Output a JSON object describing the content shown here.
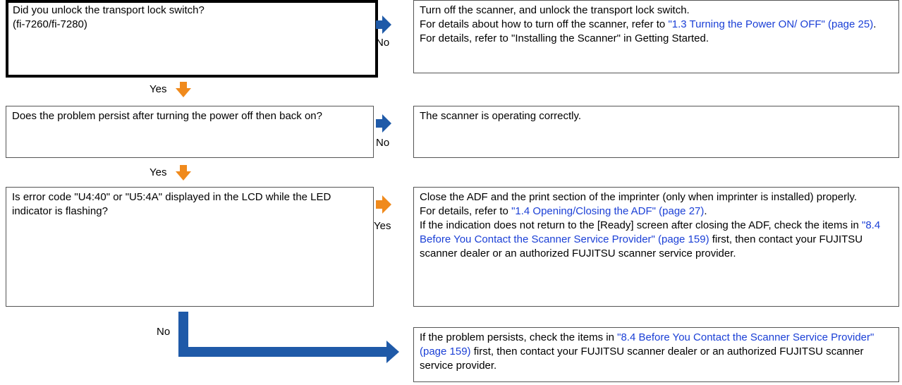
{
  "colors": {
    "link": "#1a3fd6",
    "arrow_blue": "#1f5aa8",
    "arrow_orange": "#f08a1c"
  },
  "step1": {
    "question": [
      "Did you unlock the transport lock switch?",
      "(fi-7260/fi-7280)"
    ],
    "no_label": "No",
    "yes_label": "Yes",
    "answer": {
      "line1": "Turn off the scanner, and unlock the transport lock switch.",
      "line2_prefix": "For details about how to turn off the scanner, refer to ",
      "line2_link": "\"1.3 Turning the Power ON/ OFF\" (page 25)",
      "line2_suffix": ".",
      "line3": "For details, refer to \"Installing the Scanner\" in Getting Started."
    }
  },
  "step2": {
    "question": "Does the problem persist after turning the power off then back on?",
    "no_label": "No",
    "yes_label": "Yes",
    "answer": "The scanner is operating correctly."
  },
  "step3": {
    "question": "Is error code \"U4:40\" or \"U5:4A\" displayed in the LCD while the LED indicator is flashing?",
    "yes_label": "Yes",
    "no_label": "No",
    "answer": {
      "line1": "Close the ADF and the print section of the imprinter (only when imprinter is installed) properly.",
      "line2_prefix": "For details, refer to ",
      "line2_link": "\"1.4 Opening/Closing the ADF\" (page 27)",
      "line2_suffix": ".",
      "line3_prefix": "If the indication does not return to the [Ready] screen after closing the ADF, check the items in ",
      "line3_link": "\"8.4 Before You Contact the Scanner Service Provider\" (page 159)",
      "line3_suffix": " first, then contact your FUJITSU scanner dealer or an authorized FUJITSU scanner service provider."
    }
  },
  "final": {
    "prefix": "If the problem persists, check the items in ",
    "link": "\"8.4 Before You Contact the Scanner Service Provider\" (page 159)",
    "suffix": " first, then contact your FUJITSU scanner dealer or an authorized FUJITSU scanner service provider."
  }
}
